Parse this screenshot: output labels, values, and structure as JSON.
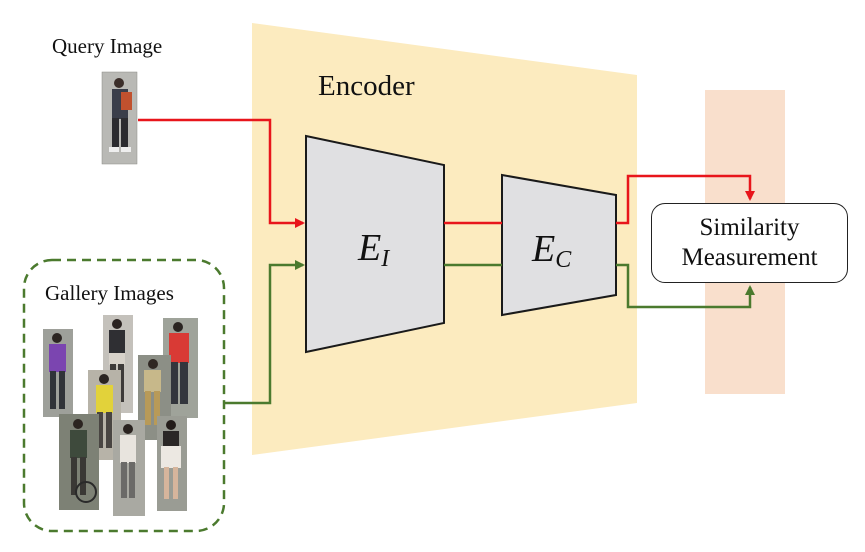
{
  "diagram": {
    "query_label": "Query Image",
    "encoder_title": "Encoder",
    "gallery_label": "Gallery Images",
    "encoder_i": {
      "symbol": "E",
      "subscript": "I"
    },
    "encoder_c": {
      "symbol": "E",
      "subscript": "C"
    },
    "similarity": {
      "line1": "Similarity",
      "line2": "Measurement"
    },
    "colors": {
      "encoder_band": "#fcebbf",
      "similarity_band": "#f9dfcc",
      "encoder_block": "#e0e0e2",
      "query_arrow": "#e8151b",
      "gallery_arrow": "#4b7a2e",
      "gallery_border": "#4b7a2e"
    }
  }
}
